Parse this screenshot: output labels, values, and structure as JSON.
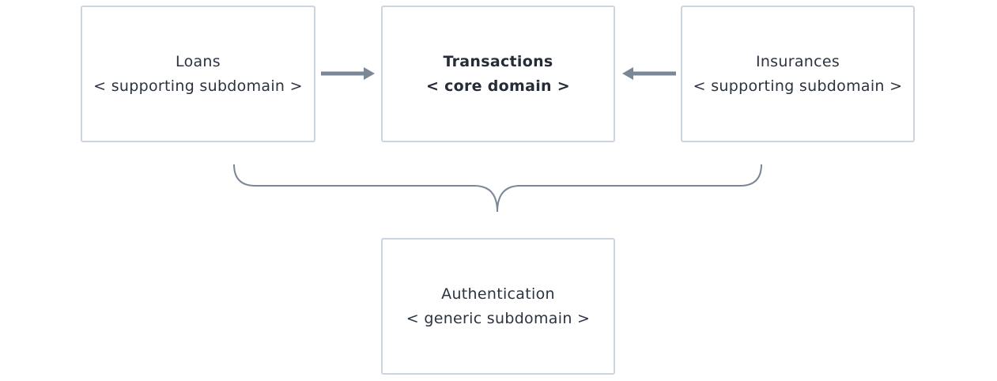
{
  "boxes": {
    "loans": {
      "name": "Loans",
      "type": "< supporting subdomain >"
    },
    "transactions": {
      "name": "Transactions",
      "type": "< core domain >"
    },
    "insurances": {
      "name": "Insurances",
      "type": "< supporting subdomain >"
    },
    "authentication": {
      "name": "Authentication",
      "type": "< generic subdomain >"
    }
  },
  "colors": {
    "box_border": "#ccd5df",
    "arrow": "#7a8794",
    "brace": "#7a8794",
    "text": "#2b3340"
  }
}
